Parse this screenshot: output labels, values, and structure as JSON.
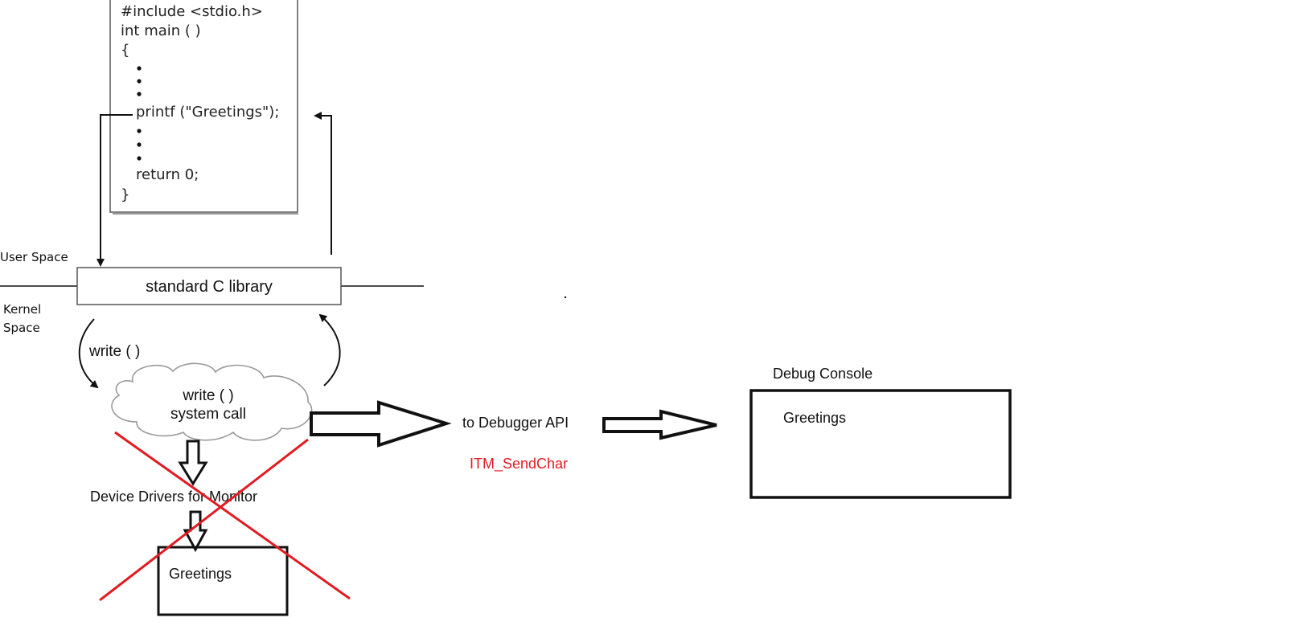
{
  "code_box": {
    "lines": [
      "#include <stdio.h>",
      "int main ( )",
      "{",
      "printf (\"Greetings\");",
      "return 0;",
      "}"
    ]
  },
  "labels": {
    "user_space": "User Space",
    "kernel_space_1": "Kernel",
    "kernel_space_2": "Space",
    "std_c_library": "standard C library",
    "write_call": "write ( )",
    "syscall_1": "write ( )",
    "syscall_2": "system call",
    "device_drivers": "Device Drivers for Monitor",
    "monitor_output": "Greetings",
    "debugger_api": "to Debugger API",
    "itm_sendchar": "ITM_SendChar",
    "debug_console_title": "Debug Console",
    "debug_console_output": "Greetings"
  },
  "colors": {
    "line": "#111111",
    "cross": "#e21b22",
    "itm_text": "#e21b22",
    "cloud_stroke": "#9a9a9a"
  }
}
